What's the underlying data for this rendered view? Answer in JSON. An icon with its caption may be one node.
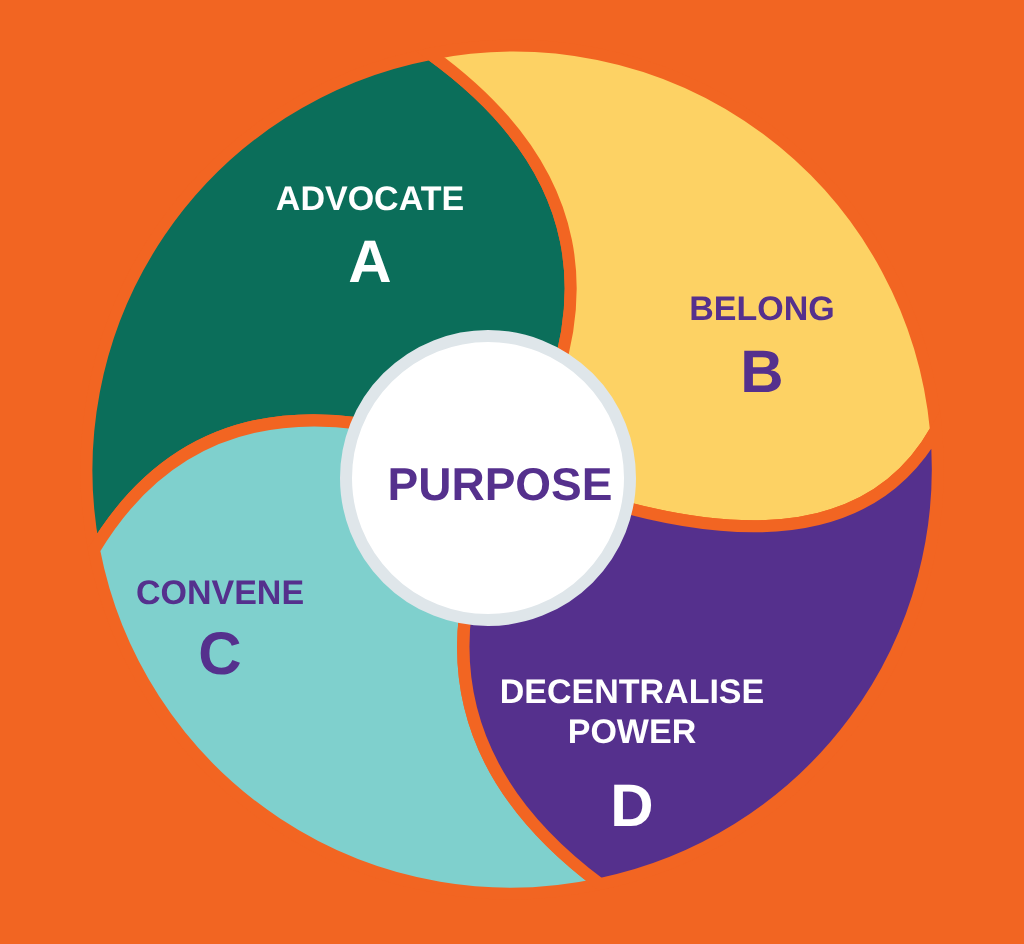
{
  "diagram": {
    "nodes": [
      {
        "text": [
          "ADVOCATE",
          "A"
        ]
      },
      {
        "text": [
          "BELONG",
          "B"
        ]
      },
      {
        "text": [
          "PURPOSE"
        ]
      },
      {
        "text": [
          "CONVENE",
          "C"
        ]
      },
      {
        "text": [
          "DECENTRALISE POWER",
          "D"
        ]
      }
    ]
  }
}
